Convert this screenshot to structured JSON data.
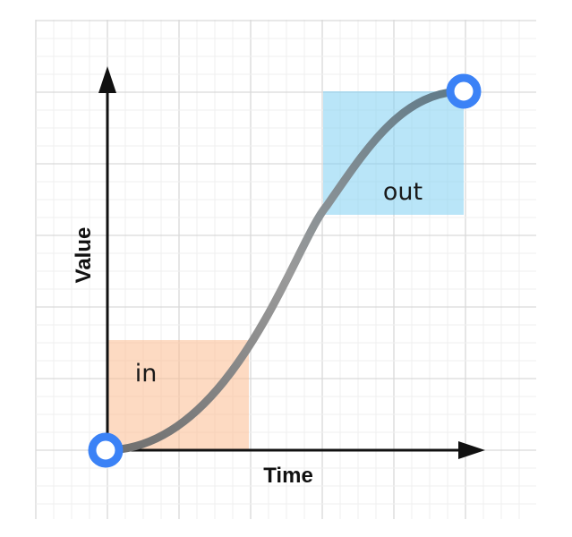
{
  "axes": {
    "x_label": "Time",
    "y_label": "Value"
  },
  "regions": {
    "in": {
      "label": "in",
      "color": "#fbbc8f"
    },
    "out": {
      "label": "out",
      "color": "#7fcff3"
    }
  },
  "curve": {
    "start_color": "#6e6e6e",
    "mid_color": "#9a9a9a",
    "end_color": "#5f7a88"
  },
  "endpoints": {
    "color": "#3b82f6"
  }
}
